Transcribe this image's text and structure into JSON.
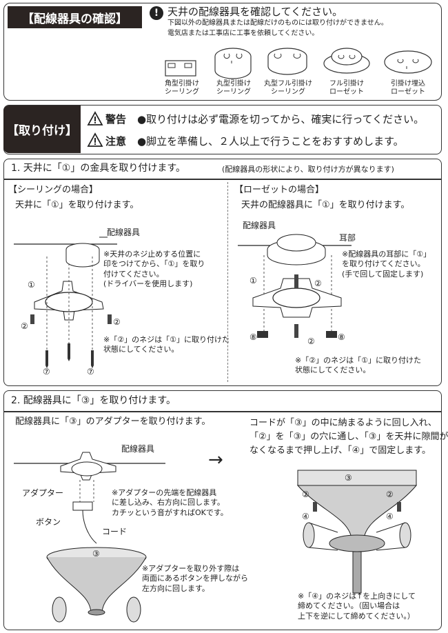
{
  "wiring_check": {
    "tag": "【配線器具の確認】",
    "headline": "天井の配線器具を確認してください。",
    "sub1": "下図以外の配線器具または配線だけのものには取り付けができません。",
    "sub2": "電気店または工事店に工事を依頼してください。",
    "fixtures": [
      {
        "label": "角型引掛け\nシーリング"
      },
      {
        "label": "丸型引掛け\nシーリング"
      },
      {
        "label": "丸型フル引掛け\nシーリング"
      },
      {
        "label": "フル引掛け\nローゼット"
      },
      {
        "label": "引掛け埋込\nローゼット"
      }
    ]
  },
  "install": {
    "tag": "【取り付け】",
    "warning_label": "警告",
    "warning_text": "●取り付けは必ず電源を切ってから、確実に行ってください。",
    "caution_label": "注意",
    "caution_text": "●脚立を準備し、２人以上で行うことをおすすめします。"
  },
  "step1": {
    "title": "1. 天井に「①」の金具を取り付けます。",
    "title_note": "(配線器具の形状により、取り付け方が異なります)",
    "ceiling_heading": "【シーリングの場合】",
    "ceiling_text": "天井に「①」を取り付けます。",
    "ceiling_fixture_label": "配線器具",
    "ceiling_note1": "※天井のネジ止めする位置に\n印をつけてから、「①」を取り\n付けてください。\n(ドライバーを使用します)",
    "ceiling_note2": "※「②」のネジは「①」に取り付けた\n状態にしてください。",
    "rosette_heading": "【ローゼットの場合】",
    "rosette_text": "天井の配線器具に「①」を取り付けます。",
    "rosette_fixture_label": "配線器具",
    "rosette_ear_label": "耳部",
    "rosette_note1": "※配線器具の耳部に「①」\nを取り付けてください。\n(手で回して固定します)",
    "rosette_note2": "※「②」のネジは「①」に取り付けた\n状態にしてください。"
  },
  "step2": {
    "title": "2. 配線器具に「③」を取り付けます。",
    "left_text": "配線器具に「③」のアダプターを取り付けます。",
    "fixture_label": "配線器具",
    "adapter_label": "アダプター",
    "button_label": "ボタン",
    "cord_label": "コード",
    "adapter_note": "※アダプターの先端を配線器具\nに差し込み、右方向に回します。\nカチッという音がすればOKです。",
    "remove_note": "※アダプターを取り外す際は\n両面にあるボタンを押しながら\n左方向に回します。",
    "arrow": "→",
    "right_text": "コードが「③」の中に納まるように回し入れ、\n「②」を「③」の穴に通し、「③」を天井に隙間が\nなくなるまで押し上げ、「④」で固定します。",
    "screw_note": "※「④」のネジは↑を上向きにして\n締めてください。（固い場合は\n上下を逆にして締めてください。）"
  },
  "marks": {
    "m1": "①",
    "m2": "②",
    "m3": "③",
    "m4": "④",
    "m7": "⑦",
    "m8": "⑧",
    "excl": "!",
    "warn": "!"
  }
}
